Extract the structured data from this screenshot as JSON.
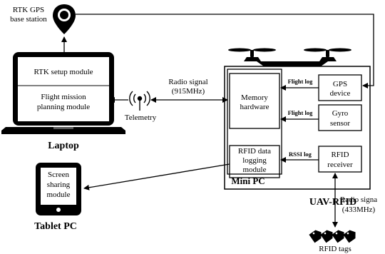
{
  "base_station": {
    "line1": "RTK GPS",
    "line2": "base station"
  },
  "laptop": {
    "module_top": "RTK setup module",
    "module_bottom_line1": "Flight mission",
    "module_bottom_line2": "planning module",
    "caption": "Laptop"
  },
  "radio_link": {
    "line1": "Radio signal",
    "line2": "(915MHz)"
  },
  "telemetry": "Telemetry",
  "tablet": {
    "line1": "Screen",
    "line2": "sharing",
    "line3": "module",
    "caption": "Tablet PC"
  },
  "mini_pc": {
    "caption": "Mini PC",
    "memory_line1": "Memory",
    "memory_line2": "hardware",
    "rfid_log_line1": "RFID data",
    "rfid_log_line2": "logging",
    "rfid_log_line3": "module"
  },
  "uav": {
    "caption": "UAV-RFID",
    "gps_line1": "GPS",
    "gps_line2": "device",
    "gyro_line1": "Gyro",
    "gyro_line2": "sensor",
    "rfid_rx_line1": "RFID",
    "rfid_rx_line2": "receiver"
  },
  "edge_labels": {
    "flight_log_1": "Flight log",
    "flight_log_2": "Flight log",
    "rssi_log": "RSSI log"
  },
  "rfid_link": {
    "line1": "Radio signa",
    "line2": "(433MHz)"
  },
  "tags": "RFID tags"
}
